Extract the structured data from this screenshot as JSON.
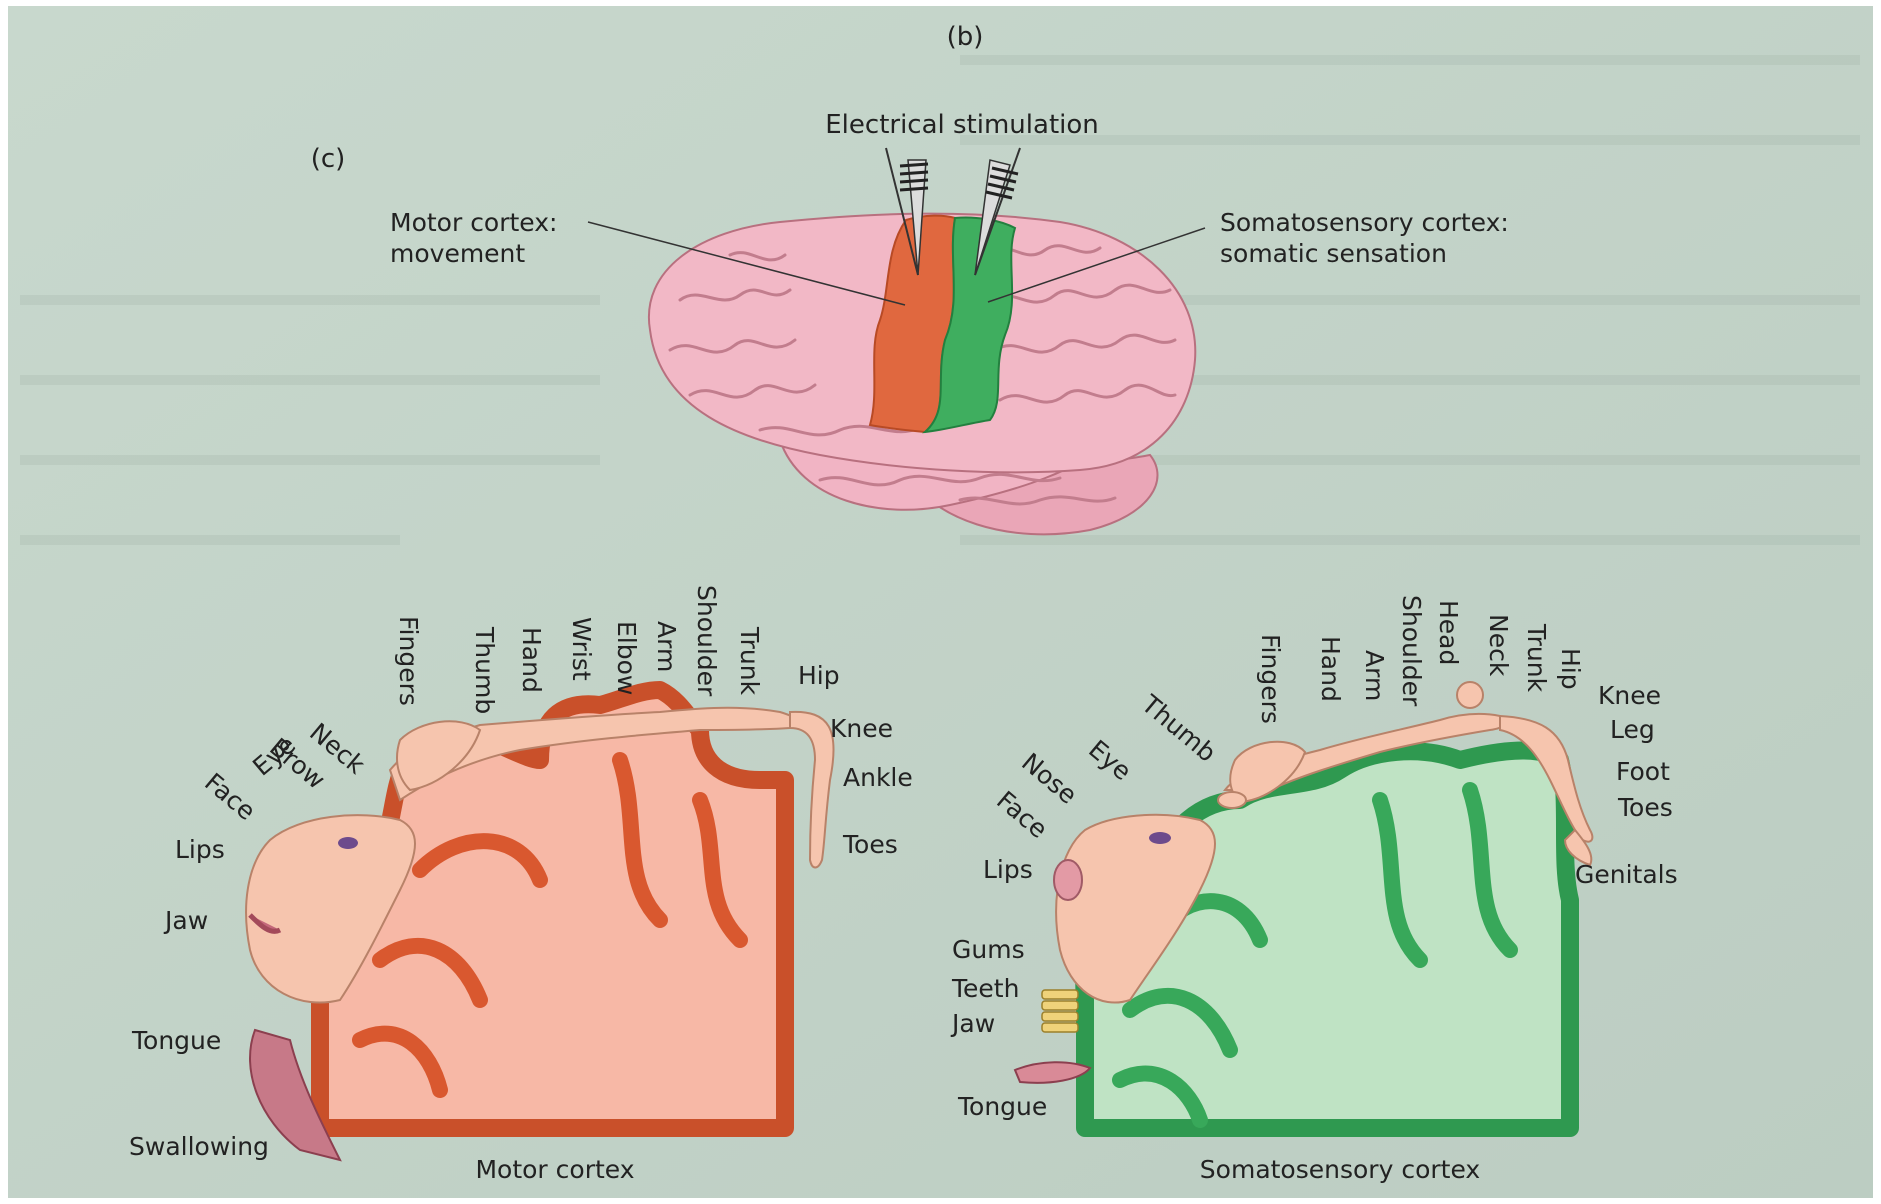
{
  "panel_labels": {
    "b": "(b)",
    "c": "(c)"
  },
  "brain": {
    "stimulation_label": "Electrical stimulation",
    "motor_label_line1": "Motor cortex:",
    "motor_label_line2": "movement",
    "somato_label_line1": "Somatosensory cortex:",
    "somato_label_line2": "somatic sensation"
  },
  "motor_homunculus": {
    "caption": "Motor cortex",
    "top_labels": [
      "Fingers",
      "Thumb",
      "Hand",
      "Wrist",
      "Elbow",
      "Arm",
      "Shoulder",
      "Trunk"
    ],
    "angled_labels": [
      "Neck",
      "Brow",
      "Eye",
      "Face"
    ],
    "right_labels": [
      "Hip",
      "Knee",
      "Ankle",
      "Toes"
    ],
    "left_labels": [
      "Lips",
      "Jaw",
      "Tongue",
      "Swallowing"
    ]
  },
  "somato_homunculus": {
    "caption": "Somatosensory cortex",
    "top_labels": [
      "Fingers",
      "Hand",
      "Arm",
      "Shoulder",
      "Head",
      "Neck",
      "Trunk",
      "Hip"
    ],
    "angled_labels": [
      "Thumb",
      "Eye",
      "Nose",
      "Face"
    ],
    "right_labels": [
      "Knee",
      "Leg",
      "Foot",
      "Toes",
      "Genitals"
    ],
    "left_labels": [
      "Lips",
      "Gums",
      "Teeth",
      "Jaw",
      "Tongue"
    ]
  },
  "colors": {
    "background": "#c9d8ce",
    "brain_pink": "#f2b8c6",
    "motor_orange": "#e0683f",
    "motor_fill": "#f7b8a6",
    "somato_green": "#3fae5f",
    "somato_fill": "#bfe3c4",
    "skin": "#f6c5ae"
  }
}
